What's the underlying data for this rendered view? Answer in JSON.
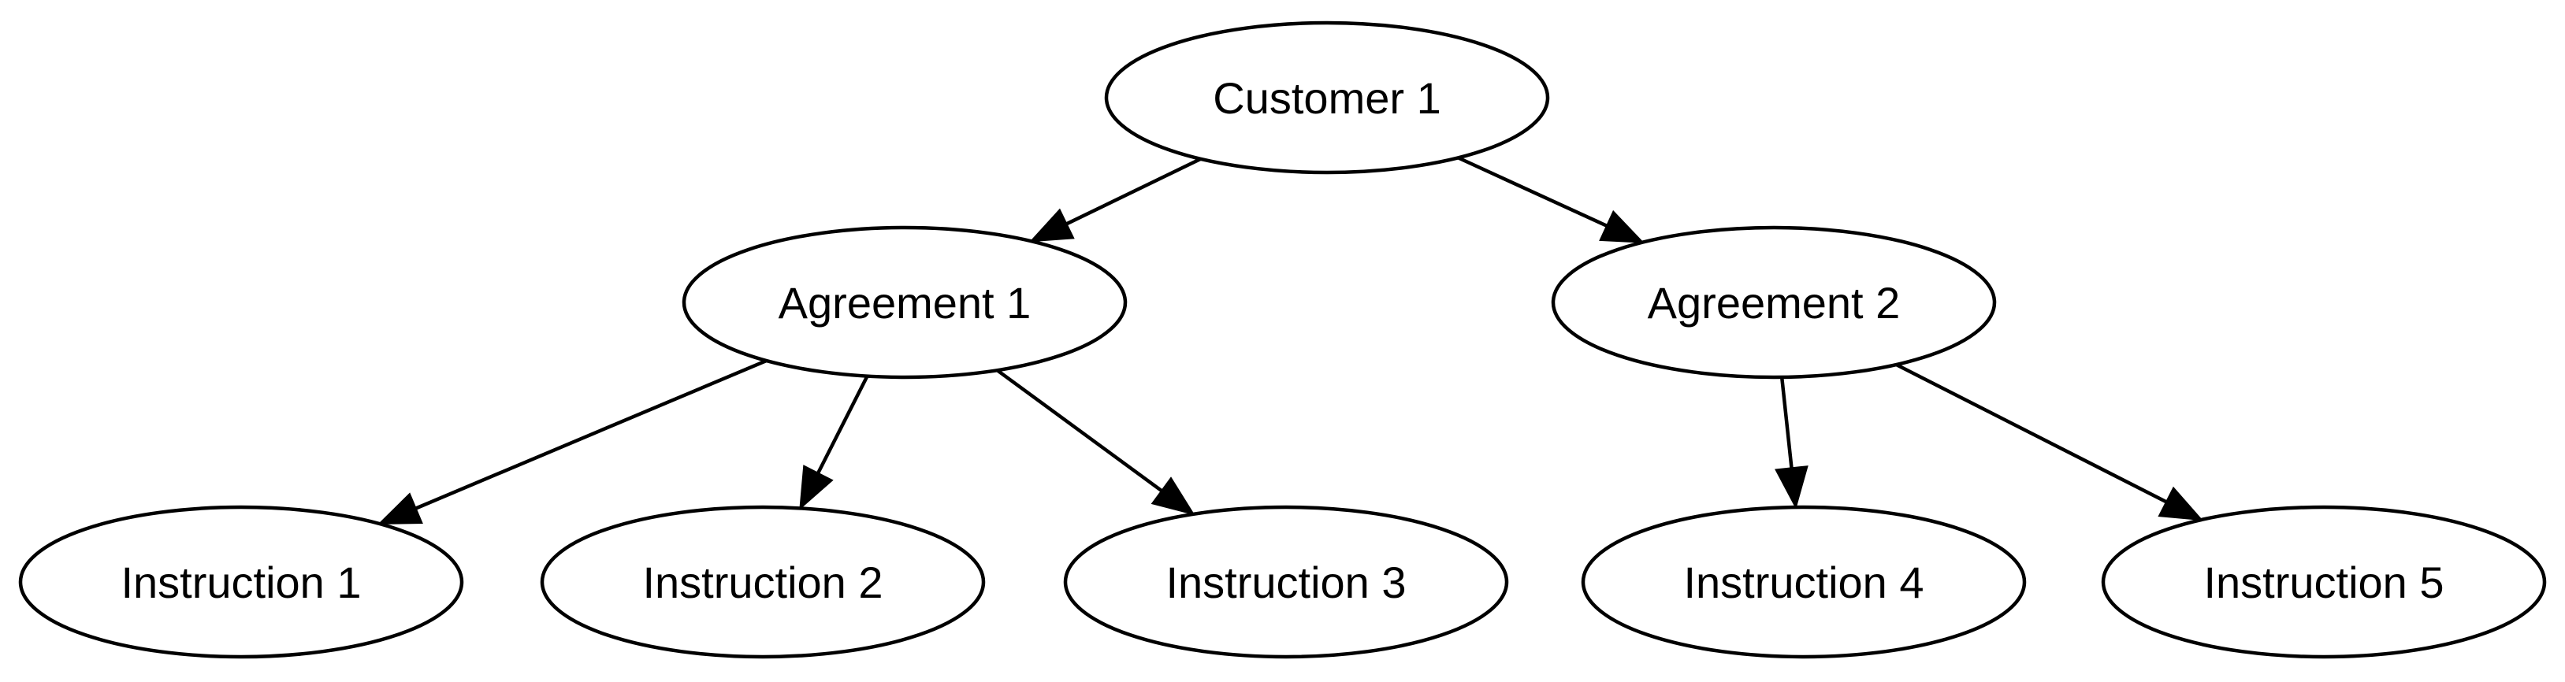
{
  "diagram": {
    "type": "tree",
    "nodes": [
      {
        "id": "customer-1",
        "label": "Customer 1"
      },
      {
        "id": "agreement-1",
        "label": "Agreement 1"
      },
      {
        "id": "agreement-2",
        "label": "Agreement 2"
      },
      {
        "id": "instruction-1",
        "label": "Instruction 1"
      },
      {
        "id": "instruction-2",
        "label": "Instruction 2"
      },
      {
        "id": "instruction-3",
        "label": "Instruction 3"
      },
      {
        "id": "instruction-4",
        "label": "Instruction 4"
      },
      {
        "id": "instruction-5",
        "label": "Instruction 5"
      }
    ],
    "edges": [
      {
        "from": "customer-1",
        "to": "agreement-1"
      },
      {
        "from": "customer-1",
        "to": "agreement-2"
      },
      {
        "from": "agreement-1",
        "to": "instruction-1"
      },
      {
        "from": "agreement-1",
        "to": "instruction-2"
      },
      {
        "from": "agreement-1",
        "to": "instruction-3"
      },
      {
        "from": "agreement-2",
        "to": "instruction-4"
      },
      {
        "from": "agreement-2",
        "to": "instruction-5"
      }
    ]
  }
}
